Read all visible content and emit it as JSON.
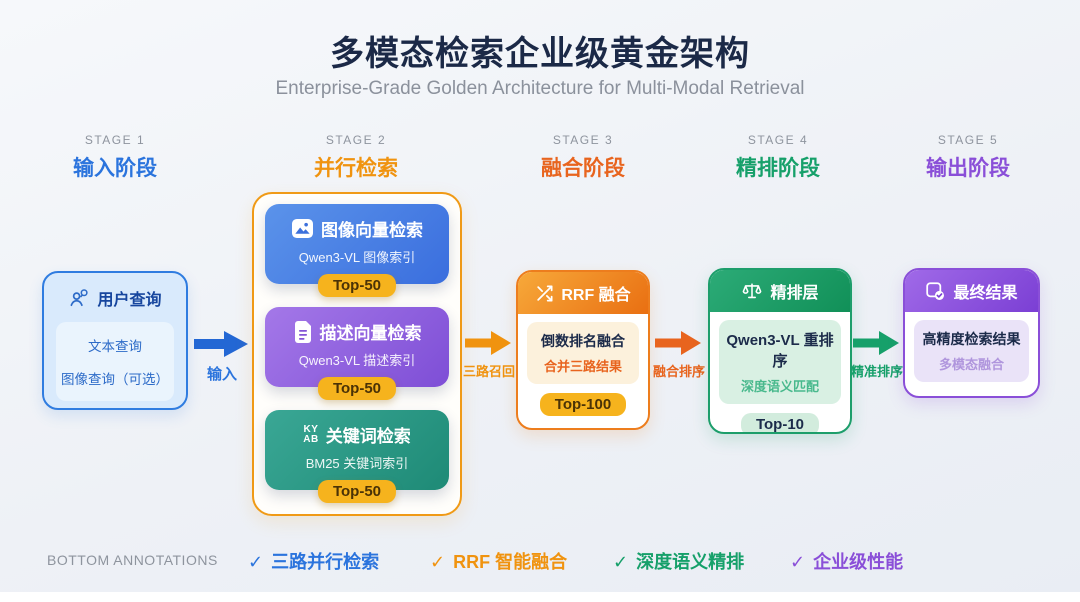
{
  "title": "多模态检索企业级黄金架构",
  "subtitle": "Enterprise-Grade Golden Architecture for Multi-Modal Retrieval",
  "colors": {
    "stage1_blue": "#2b74dd",
    "stage2_orange": "#f0930f",
    "stage3_deep_orange": "#e8641e",
    "stage4_green": "#16a06a",
    "stage5_purple": "#8a4fd8",
    "badge_yellow": "#f6b31d",
    "title_navy": "#1b2947"
  },
  "stages": [
    {
      "tag": "STAGE 1",
      "name": "输入阶段"
    },
    {
      "tag": "STAGE 2",
      "name": "并行检索"
    },
    {
      "tag": "STAGE 3",
      "name": "融合阶段"
    },
    {
      "tag": "STAGE 4",
      "name": "精排阶段"
    },
    {
      "tag": "STAGE 5",
      "name": "输出阶段"
    }
  ],
  "stage1": {
    "header": "用户查询",
    "lines": [
      "文本查询",
      "图像查询（可选）"
    ]
  },
  "arrows": [
    {
      "label": "输入"
    },
    {
      "label": "三路召回"
    },
    {
      "label": "融合排序"
    },
    {
      "label": "精准排序"
    }
  ],
  "stage2": {
    "cards": [
      {
        "icon": "image-icon",
        "title": "图像向量检索",
        "subtitle": "Qwen3-VL 图像索引",
        "badge": "Top-50"
      },
      {
        "icon": "document-icon",
        "title": "描述向量检索",
        "subtitle": "Qwen3-VL 描述索引",
        "badge": "Top-50"
      },
      {
        "icon": "keyword-kyab-icon",
        "icon_line1": "KY",
        "icon_line2": "AB",
        "title": "关键词检索",
        "subtitle": "BM25 关键词索引",
        "badge": "Top-50"
      }
    ]
  },
  "stage3": {
    "header": "RRF 融合",
    "line1": "倒数排名融合",
    "line2": "合并三路结果",
    "badge": "Top-100"
  },
  "stage4": {
    "header": "精排层",
    "line1": "Qwen3-VL 重排序",
    "line2": "深度语义匹配",
    "badge": "Top-10"
  },
  "stage5": {
    "header": "最终结果",
    "line1": "高精度检索结果",
    "line2": "多模态融合"
  },
  "footer": {
    "label": "BOTTOM ANNOTATIONS",
    "items": [
      {
        "check": "✓",
        "text": "三路并行检索"
      },
      {
        "check": "✓",
        "text": "RRF 智能融合"
      },
      {
        "check": "✓",
        "text": "深度语义精排"
      },
      {
        "check": "✓",
        "text": "企业级性能"
      }
    ]
  }
}
